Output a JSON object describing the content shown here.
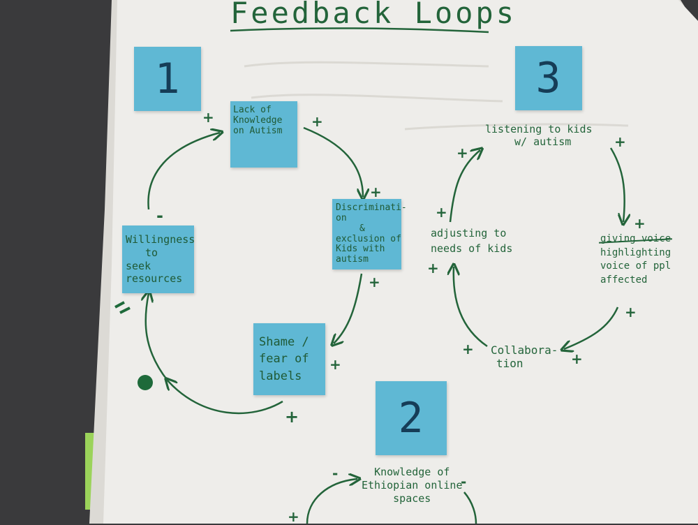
{
  "title": "Feedback Loops",
  "loop1": {
    "number": "1",
    "notes": {
      "lack": [
        "Lack of",
        "Knowledge",
        "on Autism"
      ],
      "discrimination": [
        "Discriminati-",
        "on",
        "&",
        "exclusion of",
        "Kids with",
        "autism"
      ],
      "shame": [
        "Shame /",
        "fear of",
        "labels"
      ],
      "willingness": [
        "Willingness",
        "to",
        "seek",
        "resources"
      ]
    },
    "signs": [
      "+",
      "+",
      "+",
      "+",
      "+",
      "+",
      "-"
    ]
  },
  "loop3": {
    "number": "3",
    "listening": [
      "listening to kids",
      "w/ autism"
    ],
    "adjusting": [
      "adjusting to",
      "needs of kids"
    ],
    "giving_voice_struck": "giving voice",
    "highlighting": [
      "highlighting",
      "voice of ppl",
      "affected"
    ],
    "collaboration": [
      "Collabora-",
      "tion"
    ],
    "signs": [
      "+",
      "+",
      "+",
      "+",
      "+",
      "+",
      "+",
      "+"
    ]
  },
  "loop2": {
    "number": "2",
    "knowledge": [
      "Knowledge of",
      "Ethiopian online",
      "spaces"
    ],
    "signs": [
      "-",
      "-",
      "+"
    ]
  },
  "colors": {
    "ink": "#23643a",
    "sticky": "#5fb8d4",
    "paper": "#eeedea",
    "table": "#3a3a3c",
    "green_note": "#9bd35a"
  }
}
